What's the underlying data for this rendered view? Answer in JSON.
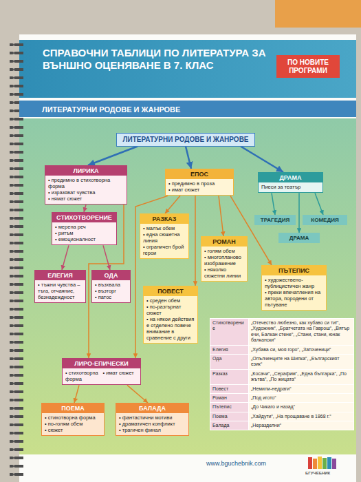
{
  "diagram": {
    "title": "СПРАВОЧНИ ТАБЛИЦИ ПО ЛИТЕРАТУРА ЗА ВЪНШНО ОЦЕНЯВАНЕ В 7. КЛАС",
    "nodes": [
      {
        "text": [
          "ПО НОВИТЕ ПРОГРАМИ"
        ]
      },
      {
        "text": [
          "ЛИТЕРАТУРНИ РОДОВЕ И ЖАНРОВЕ"
        ]
      },
      {
        "text": [
          "ЛИТЕРАТУРНИ РОДОВЕ И ЖАНРОВЕ"
        ]
      },
      {
        "text": [
          "ЛИРИКА",
          "• предимно в стихотворна форма",
          "• изразяват чувства",
          "• нямат сюжет"
        ]
      },
      {
        "text": [
          "ЕПОС",
          "• предимно в проза",
          "• имат сюжет"
        ]
      },
      {
        "text": [
          "ДРАМА",
          "Пиеси за театър"
        ]
      },
      {
        "text": [
          "СТИХОТВОРЕНИЕ",
          "• мерена реч",
          "• ритъм",
          "• емоционалност"
        ]
      },
      {
        "text": [
          "РАЗКАЗ",
          "• малък обем",
          "• една сюжетна линия",
          "• ограничен брой герои"
        ]
      },
      {
        "text": [
          "ТРАГЕДИЯ"
        ]
      },
      {
        "text": [
          "КОМЕДИЯ"
        ]
      },
      {
        "text": [
          "РОМАН",
          "• голям обем",
          "• многопланово изображение",
          "• няколко сюжетни линии"
        ]
      },
      {
        "text": [
          "ДРАМА"
        ]
      },
      {
        "text": [
          "ПЪТЕПИС",
          "• художествено-публицистичен жанр",
          "• преки впечатления на автора, породени от пътуване"
        ]
      },
      {
        "text": [
          "ЕЛЕГИЯ",
          "• тъжни чувства – тъга, отчаяние, безнадеждност"
        ]
      },
      {
        "text": [
          "ОДА",
          "• възхвала",
          "• възторг",
          "• патос"
        ]
      },
      {
        "text": [
          "ПОВЕСТ",
          "• среден обем",
          "• по-разгърнат сюжет",
          "• на някои действия е отделено повече внимание в сравнение с други"
        ]
      },
      {
        "text": [
          "ЛИРО-ЕПИЧЕСКИ",
          "• стихотворна форма",
          "• имат сюжет"
        ]
      },
      {
        "text": [
          "ПОЕМА",
          "• стихотворна форма",
          "• по-голям обем",
          "• сюжет"
        ]
      },
      {
        "text": [
          "БАЛАДА",
          "• фантастични мотиви",
          "• драматичен конфликт",
          "• трагичен финал"
        ]
      }
    ],
    "edges": [
      {
        "from": 2,
        "to": 3,
        "arrow": "to"
      },
      {
        "from": 2,
        "to": 4,
        "arrow": "to"
      },
      {
        "from": 2,
        "to": 5,
        "arrow": "to"
      },
      {
        "from": 3,
        "to": 6,
        "arrow": "to"
      },
      {
        "from": 3,
        "to": 16,
        "arrow": "to"
      },
      {
        "from": 6,
        "to": 13,
        "arrow": "to"
      },
      {
        "from": 6,
        "to": 14,
        "arrow": "to"
      },
      {
        "from": 4,
        "to": 7,
        "arrow": "to"
      },
      {
        "from": 4,
        "to": 10,
        "arrow": "to"
      },
      {
        "from": 4,
        "to": 15,
        "arrow": "to"
      },
      {
        "from": 4,
        "to": 12,
        "arrow": "to"
      },
      {
        "from": 4,
        "to": 16,
        "arrow": "to"
      },
      {
        "from": 5,
        "to": 8,
        "arrow": "to"
      },
      {
        "from": 5,
        "to": 9,
        "arrow": "to"
      },
      {
        "from": 5,
        "to": 11,
        "arrow": "to"
      },
      {
        "from": 16,
        "to": 17,
        "arrow": "to"
      },
      {
        "from": 16,
        "to": 18,
        "arrow": "to"
      }
    ],
    "labels": [
      "Стихотворение",
      "„Отечество любезно, как хубаво си ти!“, „Художник“, „Братчетата на Гаврош“, „Вятър ечи, Балкан стене“, „Стани, стани, юнак балкански“",
      "Елегия",
      "„Хубава си, моя горо“, „Заточеници“",
      "Ода",
      "„Опълченците на Шипка“, „Българският език“",
      "Разказ",
      "„Косачи“, „Серафим“, „Една българка“, „По жътва“, „По жицата“",
      "Повест",
      "„Немили-недраги“",
      "Роман",
      "„Под игото“",
      "Пътепис",
      "„До Чикаго и назад“",
      "Поема",
      "„Хайдути“, „На прощаване в 1868 г.“",
      "Балада",
      "„Неразделни“",
      "www.bguchebnik.com",
      "БГУЧЕБНИК"
    ]
  }
}
